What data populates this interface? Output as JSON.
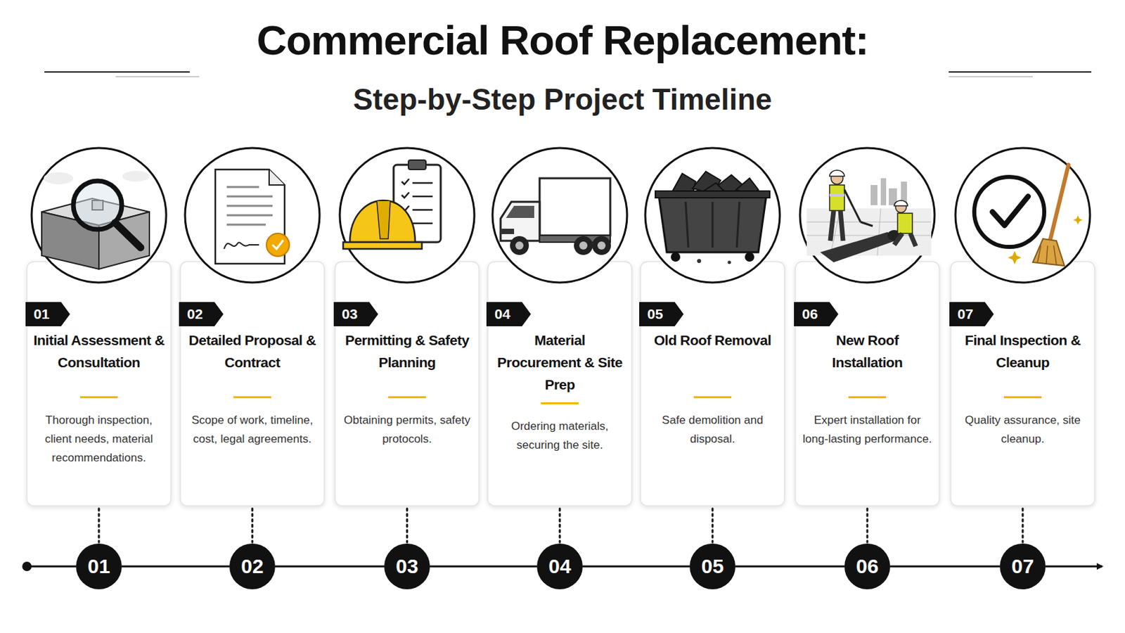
{
  "diagram": {
    "title": "Commercial Roof Replacement:",
    "nodes": [
      {
        "text": [
          "Initial Assessment & Consultation",
          "Thorough inspection, client needs, material recommendations."
        ]
      },
      {
        "text": [
          "01"
        ],
        "in": 0
      },
      {
        "text": [
          "Detailed Proposal & Contract",
          "Scope of work, timeline, cost, legal agreements."
        ]
      },
      {
        "text": [
          "02"
        ],
        "in": 2
      },
      {
        "text": [
          "Permitting & Safety Planning",
          "Obtaining permits, safety protocols."
        ]
      },
      {
        "text": [
          "03"
        ],
        "in": 4
      },
      {
        "text": [
          "Material Procurement & Site Prep",
          "Ordering materials, securing the site."
        ]
      },
      {
        "text": [
          "04"
        ],
        "in": 6
      },
      {
        "text": [
          "Old Roof Removal",
          "Safe demolition and disposal."
        ]
      },
      {
        "text": [
          "05"
        ],
        "in": 8
      },
      {
        "text": [
          "New Roof Installation",
          "Expert installation for long-lasting performance."
        ]
      },
      {
        "text": [
          "06"
        ],
        "in": 10
      },
      {
        "text": [
          "Final Inspection & Cleanup",
          "Quality assurance, site cleanup."
        ]
      },
      {
        "text": [
          "07"
        ],
        "in": 12
      },
      {
        "text": [
          "01"
        ]
      },
      {
        "text": [
          "02"
        ]
      },
      {
        "text": [
          "03"
        ]
      },
      {
        "text": [
          "04"
        ]
      },
      {
        "text": [
          "05"
        ]
      },
      {
        "text": [
          "06"
        ]
      },
      {
        "text": [
          "07"
        ]
      }
    ],
    "edges": [
      {
        "from": 0,
        "to": 14,
        "arrow": "none"
      },
      {
        "from": 2,
        "to": 15,
        "arrow": "none"
      },
      {
        "from": 4,
        "to": 16,
        "arrow": "none"
      },
      {
        "from": 6,
        "to": 17,
        "arrow": "none"
      },
      {
        "from": 8,
        "to": 18,
        "arrow": "none"
      },
      {
        "from": 10,
        "to": 19,
        "arrow": "none"
      },
      {
        "from": 12,
        "to": 20,
        "arrow": "none"
      },
      {
        "from": 14,
        "to": 15,
        "arrow": "none"
      },
      {
        "from": 15,
        "to": 16,
        "arrow": "none"
      },
      {
        "from": 16,
        "to": 17,
        "arrow": "none"
      },
      {
        "from": 17,
        "to": 18,
        "arrow": "none"
      },
      {
        "from": 18,
        "to": 19,
        "arrow": "none"
      },
      {
        "from": 19,
        "to": 20,
        "arrow": "none"
      }
    ],
    "labels": [
      "Step-by-Step Project Timeline"
    ]
  }
}
